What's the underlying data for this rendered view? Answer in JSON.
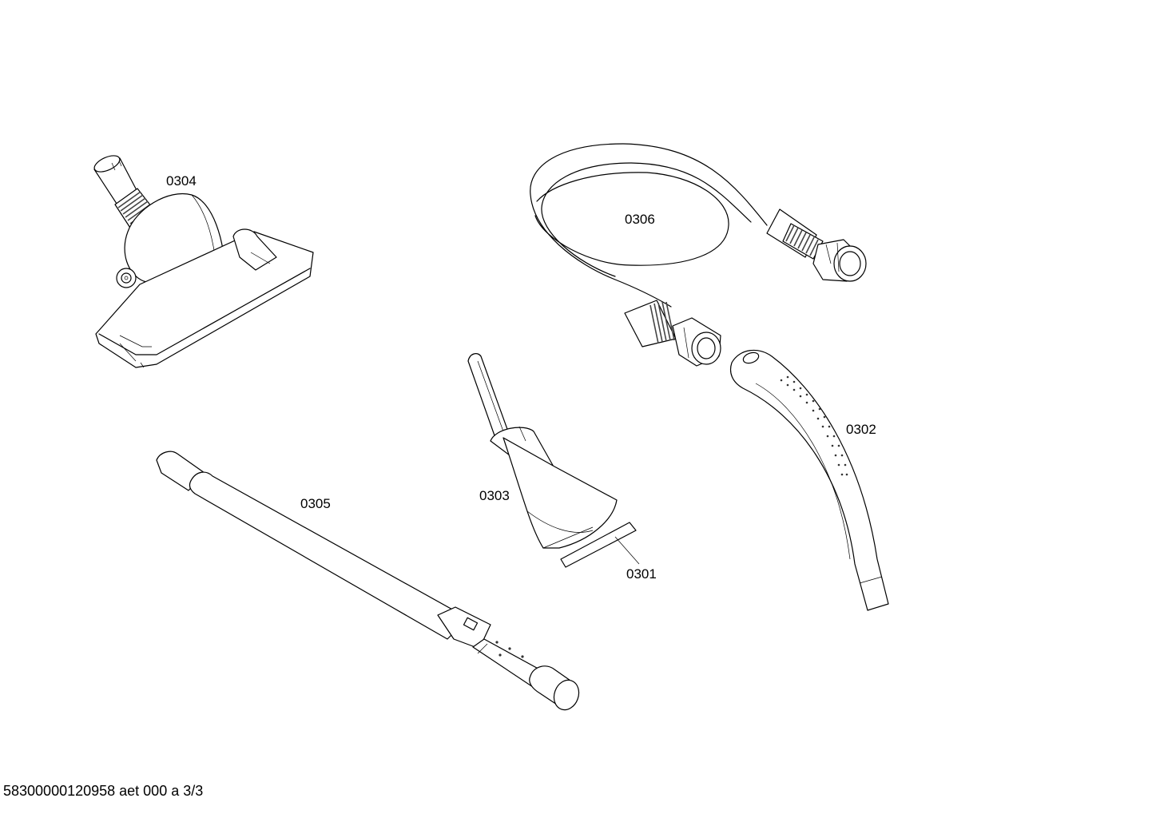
{
  "parts": [
    {
      "id": "floor-nozzle",
      "label": "0304"
    },
    {
      "id": "hose",
      "label": "0306"
    },
    {
      "id": "handle-bend",
      "label": "0302"
    },
    {
      "id": "upholstery-nozzle",
      "label": "0303"
    },
    {
      "id": "nozzle-strip",
      "label": "0301"
    },
    {
      "id": "telescopic-tube",
      "label": "0305"
    }
  ],
  "footer": "58300000120958 aet 000 a 3/3"
}
